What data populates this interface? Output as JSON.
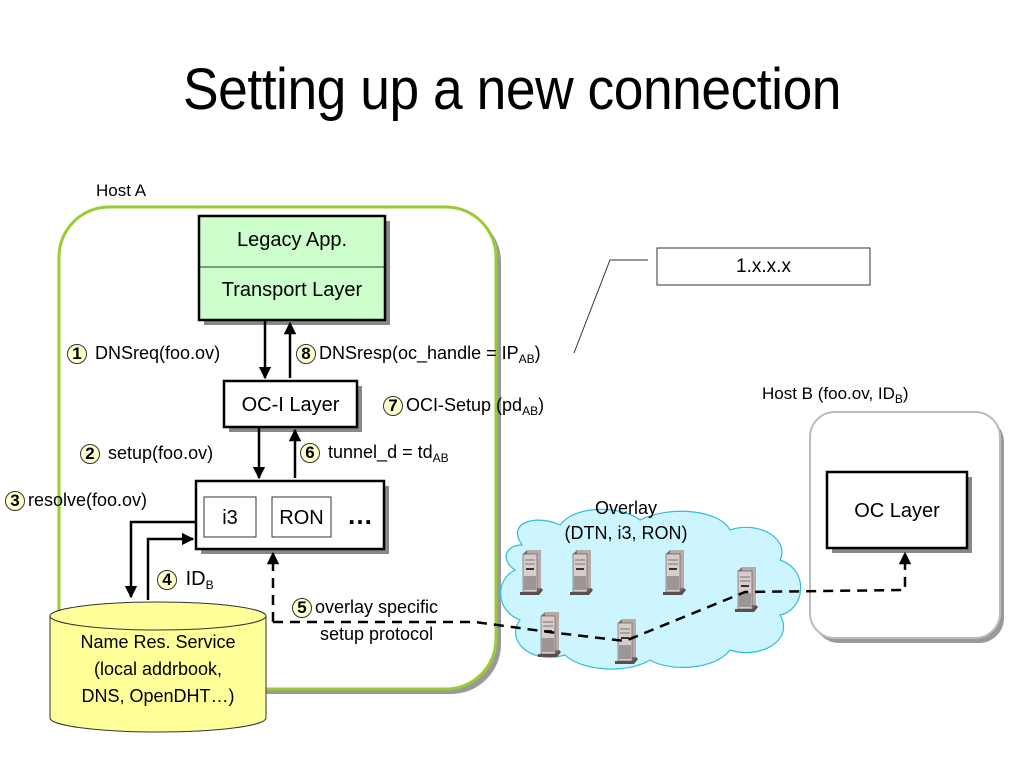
{
  "slide": {
    "title": "Setting up a new connection"
  },
  "colors": {
    "host_a_border": "#99cc33",
    "host_b_border": "#bbbbbb",
    "shadow": "#999999",
    "app_box_fill": "#ccffcc",
    "name_service_fill": "#ffff99",
    "cloud_fill": "#ccf5ff",
    "cloud_stroke": "#33bbdd",
    "badge_fill": "#ffffcc"
  },
  "host_a": {
    "label": "Host A",
    "legacy_app": "Legacy App.",
    "transport_layer": "Transport Layer",
    "oci_layer": "OC-I Layer",
    "overlay_modules": [
      "i3",
      "RON"
    ],
    "overlay_more": "…",
    "name_service": {
      "line1": "Name Res. Service",
      "line2": "(local addrbook,",
      "line3": "DNS, OpenDHT…)"
    }
  },
  "host_b": {
    "label": "Host B (foo.ov, ID",
    "label_sub": "B",
    "label_end": ")",
    "oc_layer": "OC Layer"
  },
  "callout": {
    "value": "1.x.x.x"
  },
  "overlay": {
    "line1": "Overlay",
    "line2": "(DTN, i3, RON)",
    "server_icons": 6
  },
  "steps": [
    {
      "num": "1",
      "text": "DNSreq(foo.ov)",
      "sub": "",
      "after": ""
    },
    {
      "num": "2",
      "text": "setup(foo.ov)",
      "sub": "",
      "after": ""
    },
    {
      "num": "3",
      "text": "resolve(foo.ov)",
      "sub": "",
      "after": ""
    },
    {
      "num": "4",
      "text": "ID",
      "sub": "B",
      "after": ""
    },
    {
      "num": "5",
      "text": "overlay specific",
      "sub": "",
      "after": "",
      "line2": "setup protocol"
    },
    {
      "num": "6",
      "text": "tunnel_d = td",
      "sub": "AB",
      "after": ""
    },
    {
      "num": "7",
      "text": "OCI-Setup (pd",
      "sub": "AB",
      "after": ")"
    },
    {
      "num": "8",
      "text": "DNSresp(oc_handle = IP",
      "sub": "AB",
      "after": ")"
    }
  ]
}
